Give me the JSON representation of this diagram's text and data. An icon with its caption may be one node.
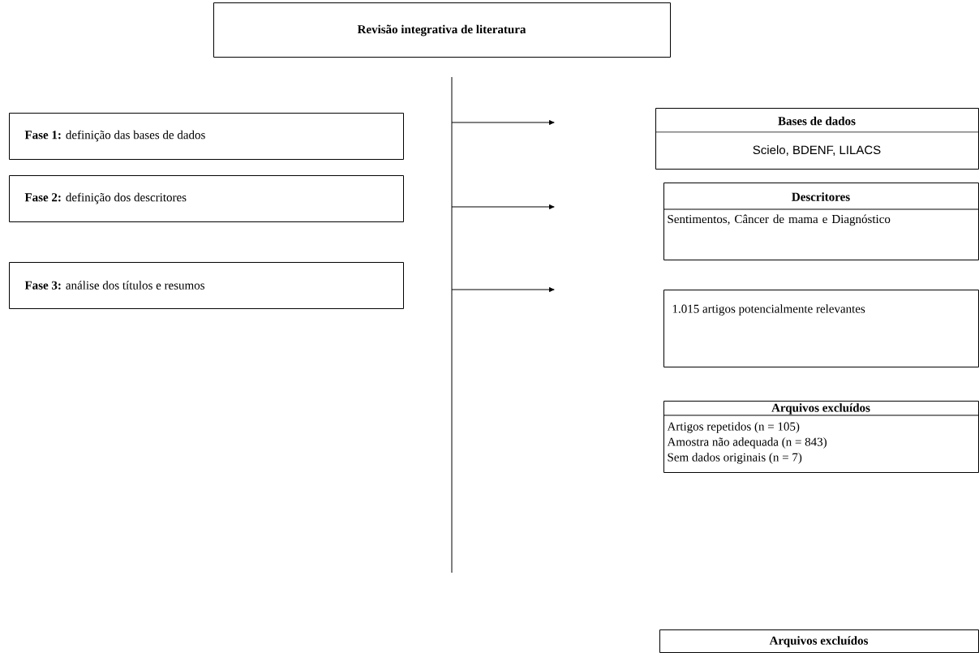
{
  "diagram": {
    "nodes": [
      {
        "text": [
          "Revisão integrativa de literatura"
        ]
      },
      {
        "text": [
          "**Fase 1:** definição das bases de dados"
        ]
      },
      {
        "text": [
          "**Fase 2:** definição dos descritores"
        ]
      },
      {
        "text": [
          "**Fase 3:** análise dos títulos e resumos"
        ]
      },
      {
        "text": [
          "Bases de dados",
          "Scielo, BDENF, LILACS"
        ]
      },
      {
        "text": [
          "Descritores",
          "Sentimentos, Câncer de mama e Diagnóstico"
        ]
      },
      {
        "text": [
          "1.015 artigos potencialmente relevantes"
        ]
      },
      {
        "text": [
          "Arquivos excluídos",
          "Artigos repetidos (n = 105)",
          "Amostra não adequada (n = 843)",
          "Sem dados originais (n = 7)"
        ]
      },
      {
        "text": [
          "Arquivos excluídos"
        ]
      }
    ]
  }
}
